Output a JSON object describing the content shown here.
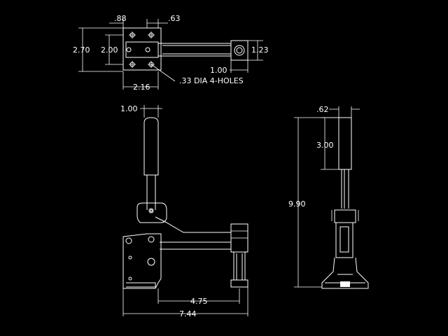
{
  "colors": {
    "background": "#000000",
    "lines": "#ffffff"
  },
  "top_view": {
    "dim_088": ".88",
    "dim_063": ".63",
    "dim_270": "2.70",
    "dim_200": "2.00",
    "dim_123": "1.23",
    "dim_100": "1.00",
    "dim_216": "2.16",
    "hole_note": ".33 DIA 4-HOLES"
  },
  "front_view": {
    "dim_100": "1.00",
    "dim_475": "4.75",
    "dim_744": "7.44"
  },
  "side_view": {
    "dim_062": ".62",
    "dim_300": "3.00",
    "dim_990": "9.90"
  }
}
